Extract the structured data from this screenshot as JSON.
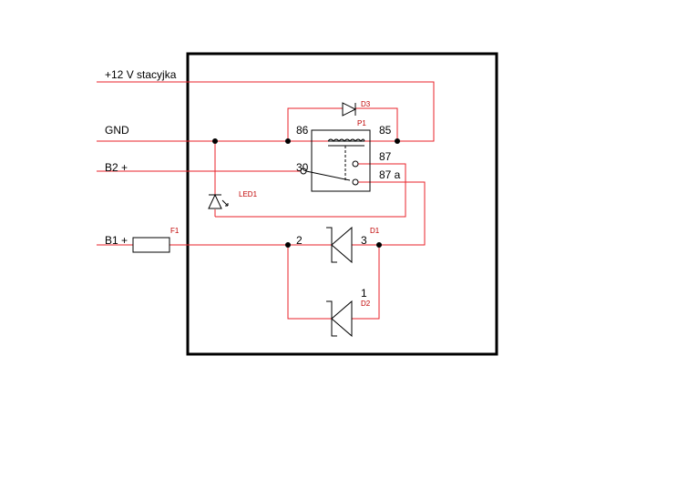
{
  "colors": {
    "wire": "#e8222a",
    "component": "#000000",
    "border": "#000000",
    "designator": "#c00000",
    "background": "#ffffff"
  },
  "inputs": {
    "ignition": "+12 V stacyjka",
    "gnd": "GND",
    "b2": "B2 +",
    "b1": "B1 +"
  },
  "designators": {
    "d3": "D3",
    "p1": "P1",
    "led1": "LED1",
    "f1": "F1",
    "d1": "D1",
    "d2": "D2"
  },
  "pins": {
    "p86": "86",
    "p85": "85",
    "p30": "30",
    "p87": "87",
    "p87a": "87 a",
    "n2": "2",
    "n3": "3",
    "n1": "1"
  }
}
